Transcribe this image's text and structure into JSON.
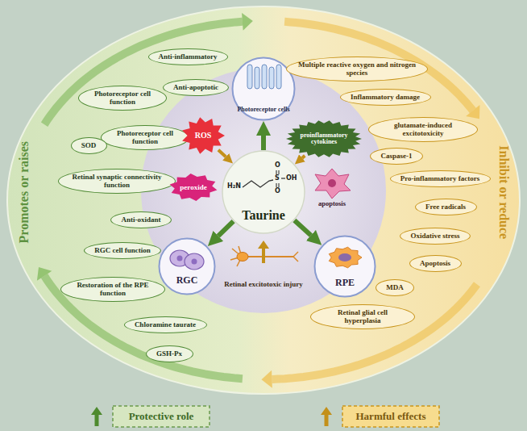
{
  "diagram": {
    "nodes": [
      {
        "text": [
          "Anti-inflammatory"
        ]
      },
      {
        "text": [
          "Anti-apoptotic"
        ]
      },
      {
        "text": [
          "Photoreceptor cell function"
        ]
      },
      {
        "text": [
          "Photoreceptor cell function"
        ]
      },
      {
        "text": [
          "SOD"
        ]
      },
      {
        "text": [
          "Retinal synaptic connectivity function"
        ]
      },
      {
        "text": [
          "Anti-oxidant"
        ]
      },
      {
        "text": [
          "RGC cell function"
        ]
      },
      {
        "text": [
          "Restoration of the RPE function"
        ]
      },
      {
        "text": [
          "Chloramine taurate"
        ]
      },
      {
        "text": [
          "GSH-Px"
        ]
      },
      {
        "text": [
          "Photoreceptor cells"
        ]
      },
      {
        "text": [
          "ROS"
        ]
      },
      {
        "text": [
          "proinflammatory cytokines"
        ]
      },
      {
        "text": [
          "peroxide"
        ]
      },
      {
        "text": [
          "Taurine"
        ]
      },
      {
        "text": [
          "apoptosis"
        ]
      },
      {
        "text": [
          "RGC"
        ]
      },
      {
        "text": [
          "RPE"
        ]
      },
      {
        "text": [
          "Multiple reactive oxygen and nitrogen species"
        ]
      },
      {
        "text": [
          "Inflammatory damage"
        ]
      },
      {
        "text": [
          "glutamate-induced excitotoxicity"
        ]
      },
      {
        "text": [
          "Caspase-1"
        ]
      },
      {
        "text": [
          "Pro-inflammatory factors"
        ]
      },
      {
        "text": [
          "Free radicals"
        ]
      },
      {
        "text": [
          "Oxidative stress"
        ]
      },
      {
        "text": [
          "Apoptosis"
        ]
      },
      {
        "text": [
          "MDA"
        ]
      },
      {
        "text": [
          "Retinal glial cell hyperplasia"
        ]
      }
    ],
    "edges": [
      {
        "from": 15,
        "to": 11,
        "arrow": "to"
      },
      {
        "from": 15,
        "to": 17,
        "arrow": "to"
      },
      {
        "from": 15,
        "to": 18,
        "arrow": "to"
      },
      {
        "from": 12,
        "to": 15,
        "arrow": "to"
      },
      {
        "from": 13,
        "to": 15,
        "arrow": "to"
      }
    ],
    "labels": [
      "Promotes or raises",
      "Inhibit or reduce",
      "H₂N",
      "S",
      "O",
      "O",
      "OH",
      "Retinal excitotoxic injury"
    ],
    "legend": [
      {
        "text": "Protective role",
        "color": "#4e8a2e"
      },
      {
        "text": "Harmful effects",
        "color": "#c3901a"
      }
    ]
  }
}
